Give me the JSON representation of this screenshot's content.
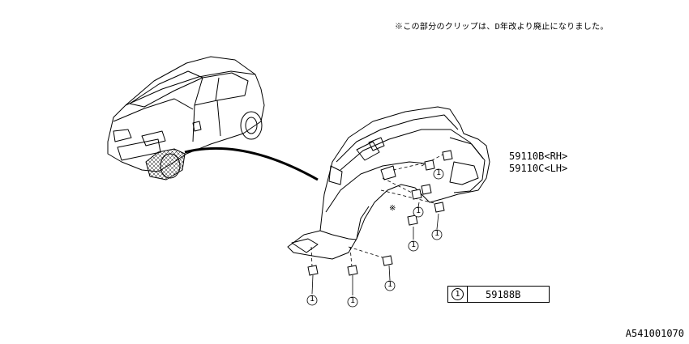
{
  "note": "※この部分のクリップは、D年改より廃止になりました。",
  "part_numbers": {
    "rh": "59110B<RH>",
    "lh": "59110C<LH>"
  },
  "callout_number": "1",
  "legend": {
    "number": "1",
    "part": "59188B"
  },
  "diagram_id": "A541001070"
}
